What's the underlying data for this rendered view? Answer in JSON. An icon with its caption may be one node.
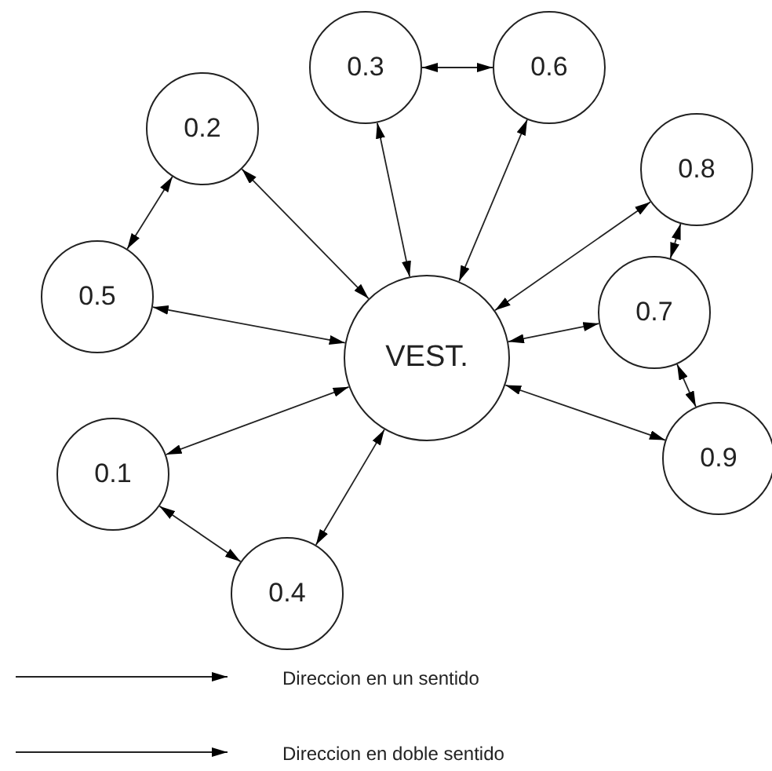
{
  "diagram": {
    "nodes": [
      {
        "text": [
          "0.3"
        ]
      },
      {
        "text": [
          "0.6"
        ]
      },
      {
        "text": [
          "0.2"
        ]
      },
      {
        "text": [
          "0.8"
        ]
      },
      {
        "text": [
          "0.5"
        ]
      },
      {
        "text": [
          "0.7"
        ]
      },
      {
        "text": [
          "VEST."
        ]
      },
      {
        "text": [
          "0.9"
        ]
      },
      {
        "text": [
          "0.1"
        ]
      },
      {
        "text": [
          "0.4"
        ]
      }
    ],
    "edges": [
      {
        "from": 0,
        "to": 1,
        "arrow": "both"
      },
      {
        "from": 0,
        "to": 6,
        "arrow": "both"
      },
      {
        "from": 1,
        "to": 6,
        "arrow": "both"
      },
      {
        "from": 2,
        "to": 4,
        "arrow": "both"
      },
      {
        "from": 2,
        "to": 6,
        "arrow": "both"
      },
      {
        "from": 3,
        "to": 6,
        "arrow": "both"
      },
      {
        "from": 3,
        "to": 5,
        "arrow": "both"
      },
      {
        "from": 5,
        "to": 6,
        "arrow": "both"
      },
      {
        "from": 5,
        "to": 7,
        "arrow": "both"
      },
      {
        "from": 4,
        "to": 6,
        "arrow": "both"
      },
      {
        "from": 7,
        "to": 6,
        "arrow": "both"
      },
      {
        "from": 8,
        "to": 6,
        "arrow": "both"
      },
      {
        "from": 8,
        "to": 9,
        "arrow": "both"
      },
      {
        "from": 9,
        "to": 6,
        "arrow": "both"
      }
    ],
    "legend": [
      {
        "text": "Direccion en un sentido"
      },
      {
        "text": "Direccion en doble sentido"
      }
    ]
  }
}
